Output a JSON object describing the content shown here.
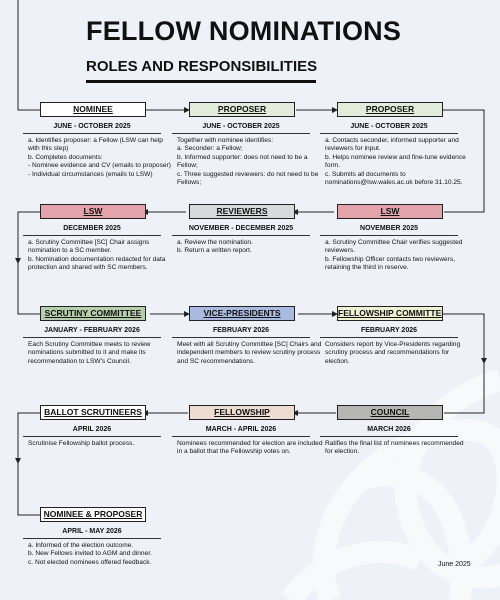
{
  "header": {
    "title": "FELLOW NOMINATIONS",
    "subtitle": "ROLES AND RESPONSIBILITIES"
  },
  "colors": {
    "white": "#ffffff",
    "green": "#e2ecda",
    "red": "#e2a3ab",
    "grey": "#d6d9d9",
    "lavender": "#a9b9e0",
    "sage": "#b7ceac",
    "cream": "#f0f1d3",
    "peach": "#ecdcd2",
    "darkgrey": "#b6b7b3",
    "line": "#222222"
  },
  "steps": [
    {
      "title": "NOMINEE",
      "date": "JUNE - OCTOBER 2025",
      "lines": [
        "a. Identifies proposer: a Fellow (LSW can help with this step)",
        "b. Completes documents:",
        "- Nominee evidence and CV (emails to proposer)",
        "- Individual circumstances (emails to LSW)"
      ]
    },
    {
      "title": "PROPOSER",
      "date": "JUNE - OCTOBER 2025",
      "lines": [
        "Together with nominee identifies:",
        "a. Seconder: a Fellow;",
        "b. Informed supporter: does not need to be a Fellow;",
        "c. Three suggested reviewers: do not need to be Fellows;"
      ]
    },
    {
      "title": "PROPOSER",
      "date": "JUNE - OCTOBER 2025",
      "lines": [
        "a. Contacts seconder, informed supporter and reviewers for input.",
        "b. Helps nominee review and fine-tune evidence form.",
        "c. Submits all documents to",
        "nominations@lsw.wales.ac.uk before 31.10.25."
      ]
    },
    {
      "title": "LSW",
      "date": "DECEMBER 2025",
      "lines": [
        "a. Scrutiny Committee [SC] Chair assigns nomination to a SC member.",
        "b. Nomination documentation redacted for data protection and shared with SC members."
      ]
    },
    {
      "title": "REVIEWERS",
      "date": "NOVEMBER - DECEMBER 2025",
      "lines": [
        "a. Review the nomination.",
        "b. Return a written report."
      ]
    },
    {
      "title": "LSW",
      "date": "NOVEMBER 2025",
      "lines": [
        "a. Scrutiny Committee Chair verifies suggested reviewers.",
        "b. Fellowship Officer contacts two reviewers, retaining the third in reserve."
      ]
    },
    {
      "title": "SCRUTINY COMMITTEE",
      "date": "JANUARY - FEBRUARY 2026",
      "lines": [
        "Each Scrutiny Committee meets to review nominations submitted to it and make its recommendation to LSW's Council."
      ]
    },
    {
      "title": "VICE-PRESIDENTS",
      "date": "FEBRUARY 2026",
      "lines": [
        "Meet with all Scrutiny Committee [SC] Chairs and independent members to review scrutiny process and SC recommendations."
      ]
    },
    {
      "title": "FELLOWSHIP COMMITTEE",
      "date": "FEBRUARY 2026",
      "lines": [
        "Considers report by Vice-Presidents regarding scrutiny process and recommendations for election."
      ]
    },
    {
      "title": "BALLOT SCRUTINEERS",
      "date": "APRIL 2026",
      "lines": [
        "Scrutinise Fellowship ballot process."
      ]
    },
    {
      "title": "FELLOWSHIP",
      "date": "MARCH - APRIL 2026",
      "lines": [
        "Nominees recommended for election are included in a ballot that the Fellowship votes on."
      ]
    },
    {
      "title": "COUNCIL",
      "date": "MARCH 2026",
      "lines": [
        "Ratifies the final list of nominees recommended for election."
      ]
    },
    {
      "title": "NOMINEE & PROPOSER",
      "date": "APRIL - MAY 2026",
      "lines": [
        "a. Informed of the election outcome.",
        "b. New Fellows invited to AGM and dinner.",
        "c. Not elected nominees offered feedback."
      ]
    }
  ],
  "footer": "June 2025"
}
